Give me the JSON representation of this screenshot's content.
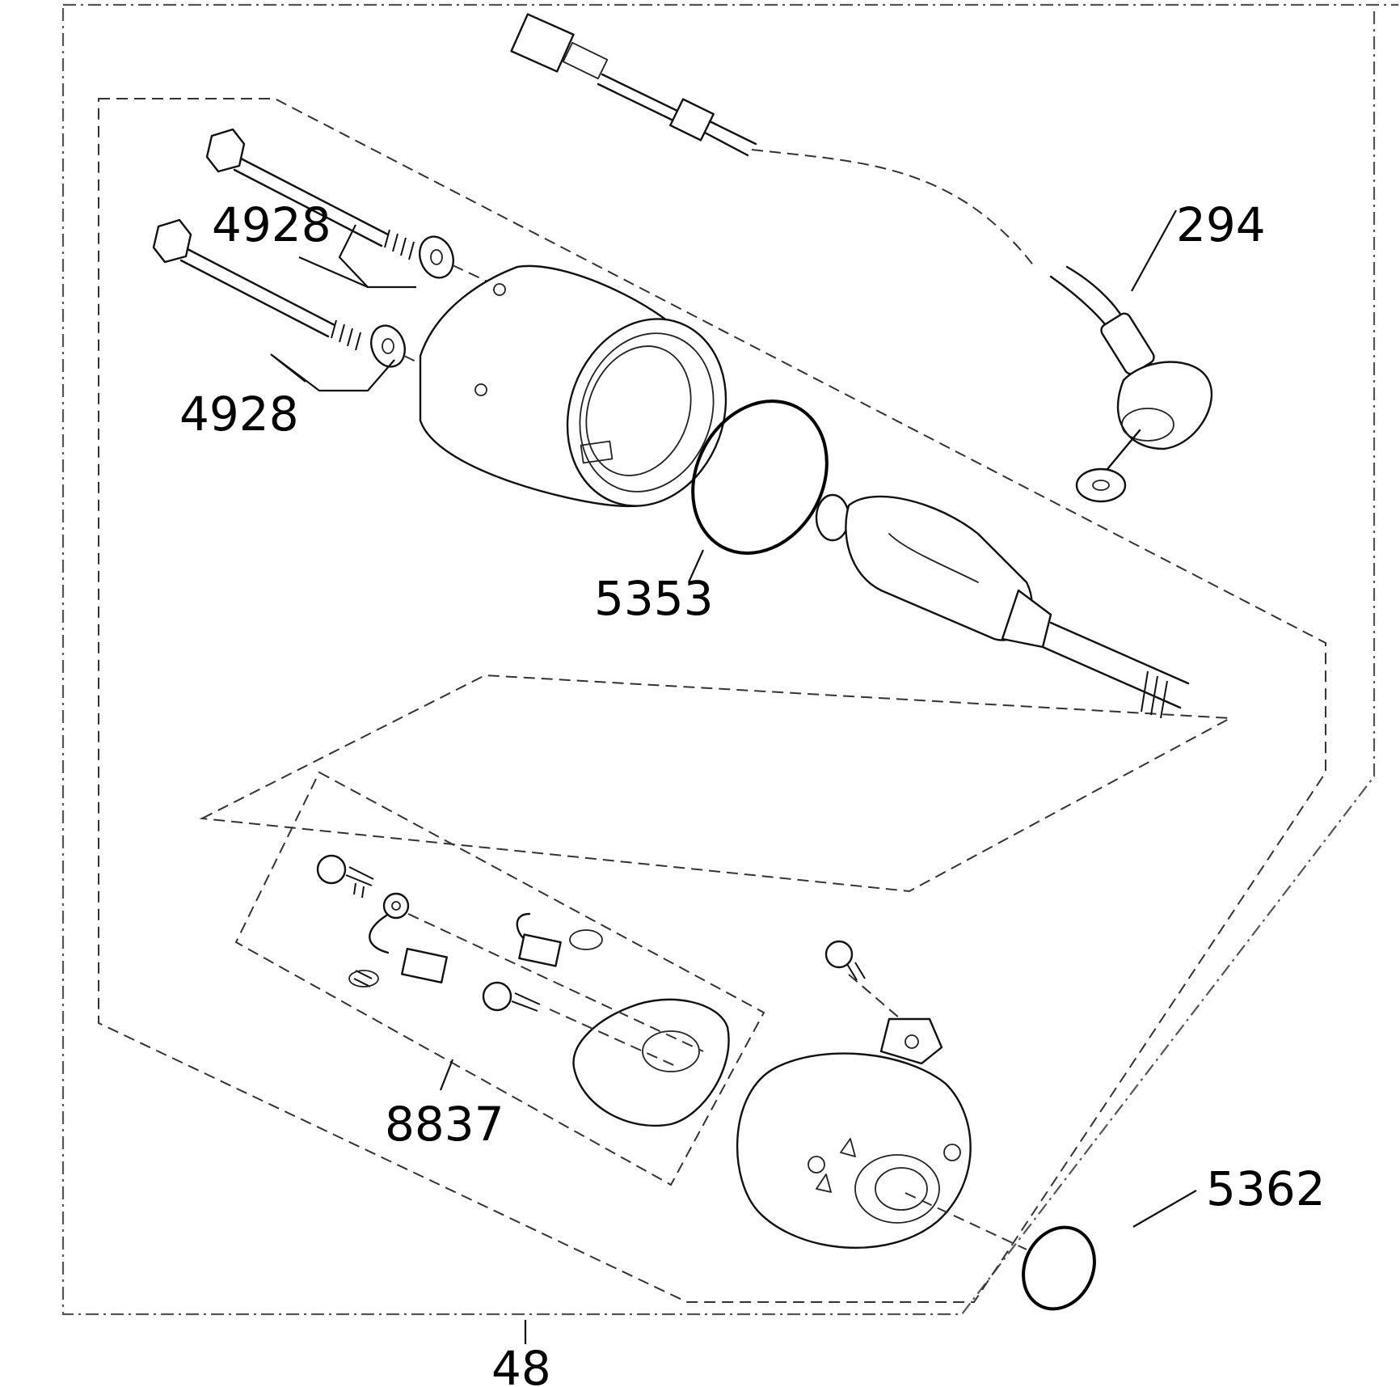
{
  "parts": [
    {
      "id": "294",
      "label": "294"
    },
    {
      "id": "4928a",
      "label": "4928"
    },
    {
      "id": "4928b",
      "label": "4928"
    },
    {
      "id": "5353",
      "label": "5353"
    },
    {
      "id": "8837",
      "label": "8837"
    },
    {
      "id": "5362",
      "label": "5362"
    },
    {
      "id": "48",
      "label": "48"
    }
  ]
}
